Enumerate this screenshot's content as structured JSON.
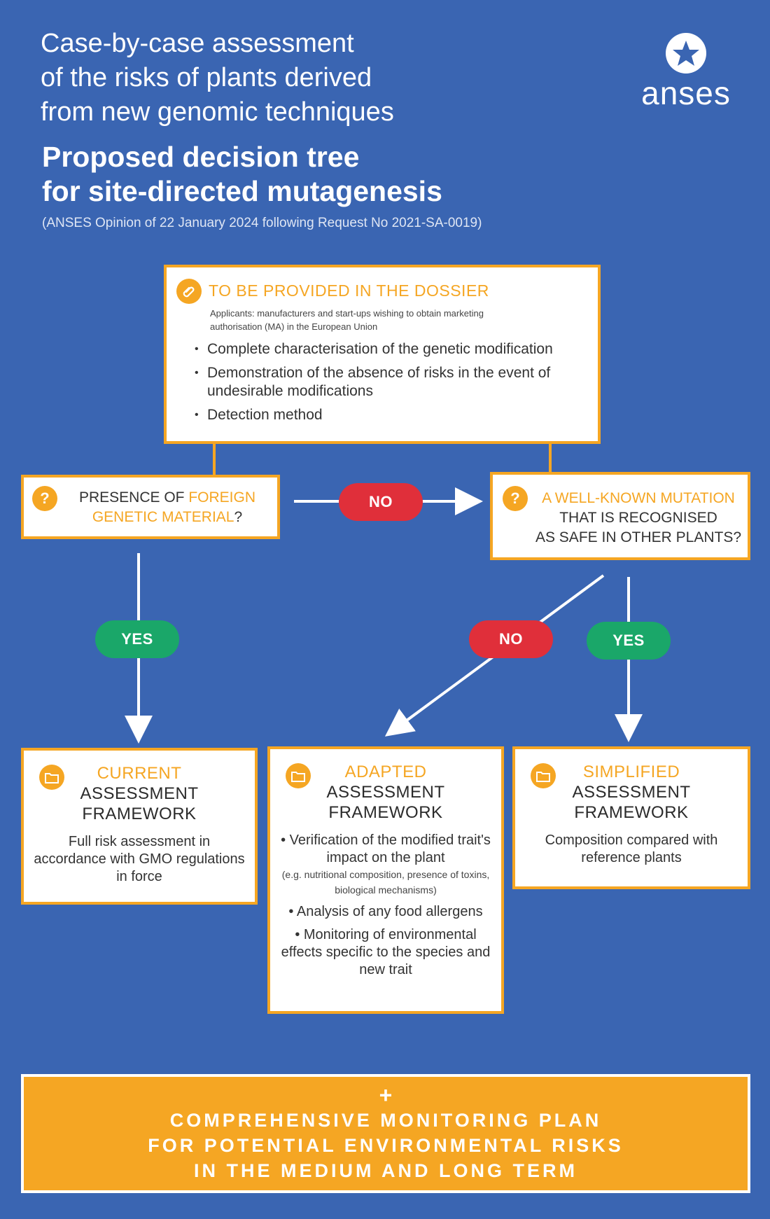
{
  "header": {
    "title_lines": [
      "Case-by-case assessment",
      "of the risks of plants derived",
      "from new genomic techniques"
    ],
    "subtitle_lines": [
      "Proposed decision tree",
      "for site-directed mutagenesis"
    ],
    "reference": "(ANSES Opinion of 22 January 2024 following Request No 2021-SA-0019)",
    "logo_text": "anses"
  },
  "dossier": {
    "title": "TO BE PROVIDED IN THE DOSSIER",
    "applicants": "Applicants: manufacturers and start-ups wishing to obtain marketing authorisation (MA) in the European Union",
    "items": [
      "Complete characterisation of the genetic modification",
      "Demonstration of the absence of risks in the event of undesirable modifications",
      "Detection method"
    ]
  },
  "question1": {
    "prefix": "PRESENCE OF ",
    "highlight": "FOREIGN GENETIC MATERIAL",
    "suffix": "?"
  },
  "question2": {
    "highlight": "A WELL-KNOWN MUTATION",
    "line2": "THAT IS RECOGNISED",
    "line3": "AS SAFE IN OTHER PLANTS?"
  },
  "labels": {
    "no_1": "NO",
    "yes_1": "YES",
    "no_2": "NO",
    "yes_2": "YES"
  },
  "frameworks": {
    "current": {
      "title_highlight": "CURRENT",
      "title_rest_1": "ASSESSMENT",
      "title_rest_2": "FRAMEWORK",
      "body": "Full risk assessment in accordance with GMO regulations in force"
    },
    "adapted": {
      "title_highlight": "ADAPTED",
      "title_rest_1": "ASSESSMENT",
      "title_rest_2": "FRAMEWORK",
      "item1": "• Verification of the modified trait's impact on the plant",
      "item1_note": "(e.g. nutritional composition, presence of toxins, biological mechanisms)",
      "item2": "• Analysis of any food allergens",
      "item3": "• Monitoring of environmental effects specific to the species and new trait"
    },
    "simplified": {
      "title_highlight": "SIMPLIFIED",
      "title_rest_1": "ASSESSMENT",
      "title_rest_2": "FRAMEWORK",
      "body": "Composition compared with reference plants"
    }
  },
  "banner": {
    "plus": "+",
    "lines": [
      "COMPREHENSIVE MONITORING PLAN",
      "FOR POTENTIAL ENVIRONMENTAL RISKS",
      "IN THE MEDIUM AND LONG TERM"
    ]
  },
  "colors": {
    "background": "#3a65b2",
    "accent": "#f5a623",
    "no": "#e02f3a",
    "yes": "#1aa769"
  }
}
